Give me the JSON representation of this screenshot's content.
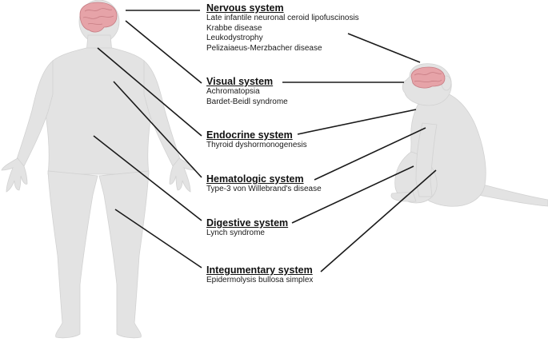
{
  "figure": {
    "systems": [
      {
        "key": "nervous",
        "title": "Nervous system",
        "diseases": [
          "Late infantile neuronal ceroid lipofuscinosis",
          "Krabbe disease",
          "Leukodystrophy",
          "Pelizaiaeus-Merzbacher disease"
        ]
      },
      {
        "key": "visual",
        "title": "Visual system",
        "diseases": [
          "Achromatopsia",
          "Bardet-Beidl syndrome"
        ]
      },
      {
        "key": "endocrine",
        "title": "Endocrine system",
        "diseases": [
          "Thyroid dyshormonogenesis"
        ]
      },
      {
        "key": "hematologic",
        "title": "Hematologic system",
        "diseases": [
          "Type-3 von Willebrand's disease"
        ]
      },
      {
        "key": "digestive",
        "title": "Digestive system",
        "diseases": [
          "Lynch syndrome"
        ]
      },
      {
        "key": "integumentary",
        "title": "Integumentary system",
        "diseases": [
          "Epidermolysis bullosa simplex"
        ]
      }
    ],
    "colors": {
      "body": "#e3e3e3",
      "body_outline": "#cfcfcf",
      "brain": "#e6a3a8",
      "brain_outline": "#c77d84",
      "line": "#1a1a1a"
    }
  }
}
